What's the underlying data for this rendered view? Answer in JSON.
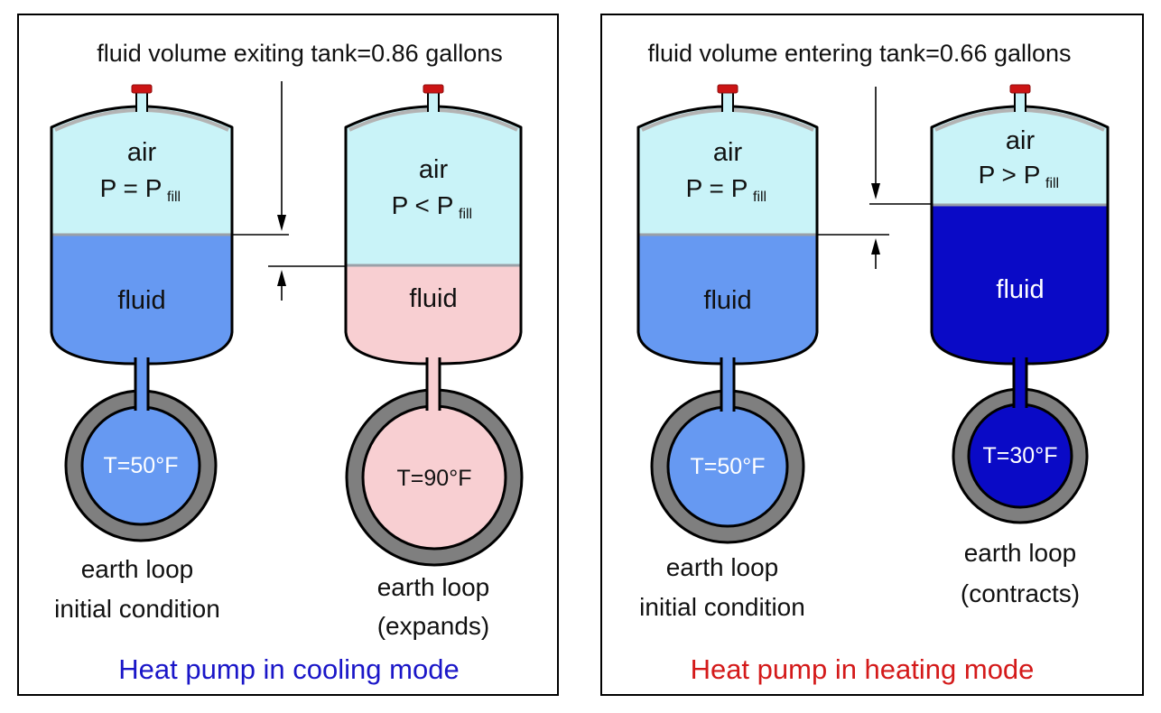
{
  "colors": {
    "air": "#c9f3f8",
    "fluid_cool": "#6699f2",
    "fluid_warm": "#f8cfd2",
    "fluid_cold": "#0a0ac6",
    "ring": "#7f7f7f",
    "valve": "#cc1414",
    "interface": "#9aa0a8",
    "caption_cooling": "#1a16c8",
    "caption_heating": "#d41a1a"
  },
  "panels": {
    "cooling": {
      "title": "fluid volume exiting tank=0.86 gallons",
      "caption": "Heat pump in cooling mode",
      "initial": {
        "air_label": "air",
        "pressure_main": "P = P",
        "pressure_sub": "fill",
        "fluid_label": "fluid",
        "temp": "T=50°F",
        "loop_line1": "earth loop",
        "loop_line2": "initial condition"
      },
      "expanded": {
        "air_label": "air",
        "pressure_main": "P < P",
        "pressure_sub": "fill",
        "fluid_label": "fluid",
        "temp": "T=90°F",
        "loop_line1": "earth loop",
        "loop_line2": "(expands)"
      }
    },
    "heating": {
      "title": "fluid volume entering tank=0.66 gallons",
      "caption": "Heat pump in heating mode",
      "initial": {
        "air_label": "air",
        "pressure_main": "P = P",
        "pressure_sub": "fill",
        "fluid_label": "fluid",
        "temp": "T=50°F",
        "loop_line1": "earth loop",
        "loop_line2": "initial condition"
      },
      "contracted": {
        "air_label": "air",
        "pressure_main": "P > P",
        "pressure_sub": "fill",
        "fluid_label": "fluid",
        "temp": "T=30°F",
        "loop_line1": "earth loop",
        "loop_line2": "(contracts)"
      }
    }
  }
}
